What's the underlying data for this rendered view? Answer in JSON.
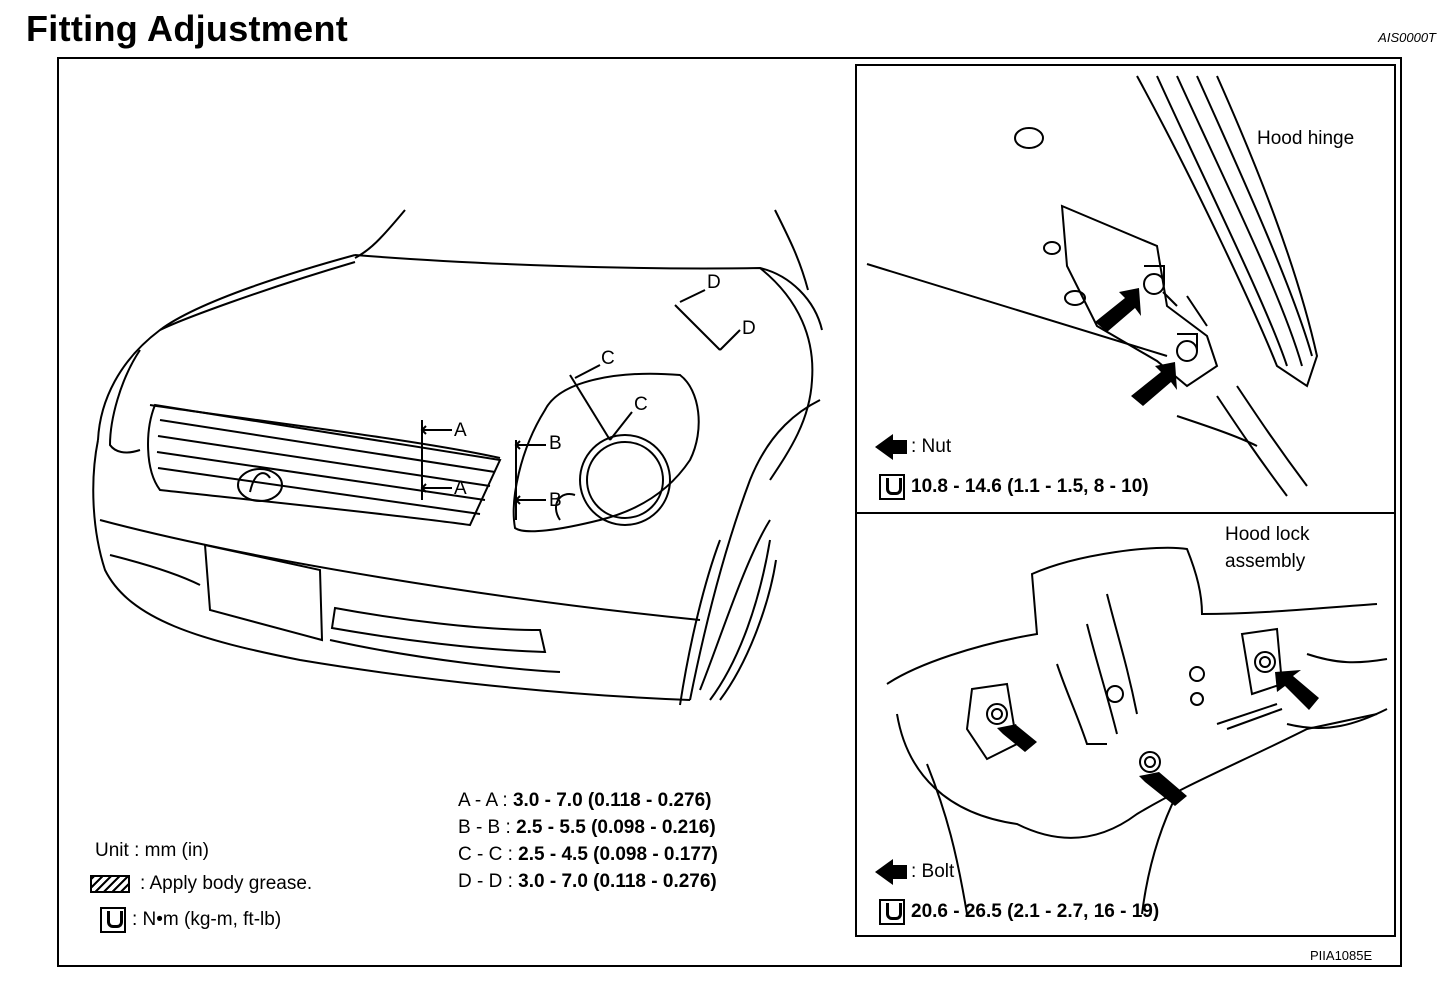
{
  "header": {
    "title": "Fitting Adjustment",
    "ref_code": "AIS0000T"
  },
  "main_view": {
    "callouts": {
      "a_upper": "A",
      "a_lower": "A",
      "b_upper": "B",
      "b_lower": "B",
      "c_upper": "C",
      "c_lower": "C",
      "d_upper": "D",
      "d_lower": "D"
    },
    "specs": [
      {
        "label": "A - A",
        "value": "3.0 - 7.0 (0.118 - 0.276)"
      },
      {
        "label": "B - B",
        "value": "2.5 - 5.5 (0.098 - 0.216)"
      },
      {
        "label": "C - C",
        "value": "2.5 - 4.5 (0.098 - 0.177)"
      },
      {
        "label": "D - D",
        "value": "3.0 - 7.0 (0.118 - 0.276)"
      }
    ],
    "legend": {
      "unit": "Unit : mm (in)",
      "grease": ": Apply body grease.",
      "torque_units": ":  N•m (kg-m, ft-lb)"
    }
  },
  "hinge_panel": {
    "label": "Hood hinge",
    "fastener": ": Nut",
    "torque": "10.8 - 14.6 (1.1 - 1.5, 8 - 10)"
  },
  "lock_panel": {
    "label_line1": "Hood lock",
    "label_line2": "assembly",
    "fastener": ": Bolt",
    "torque": "20.6 - 26.5 (2.1 - 2.7, 16 - 19)"
  },
  "footer": {
    "figure_code": "PIIA1085E"
  }
}
